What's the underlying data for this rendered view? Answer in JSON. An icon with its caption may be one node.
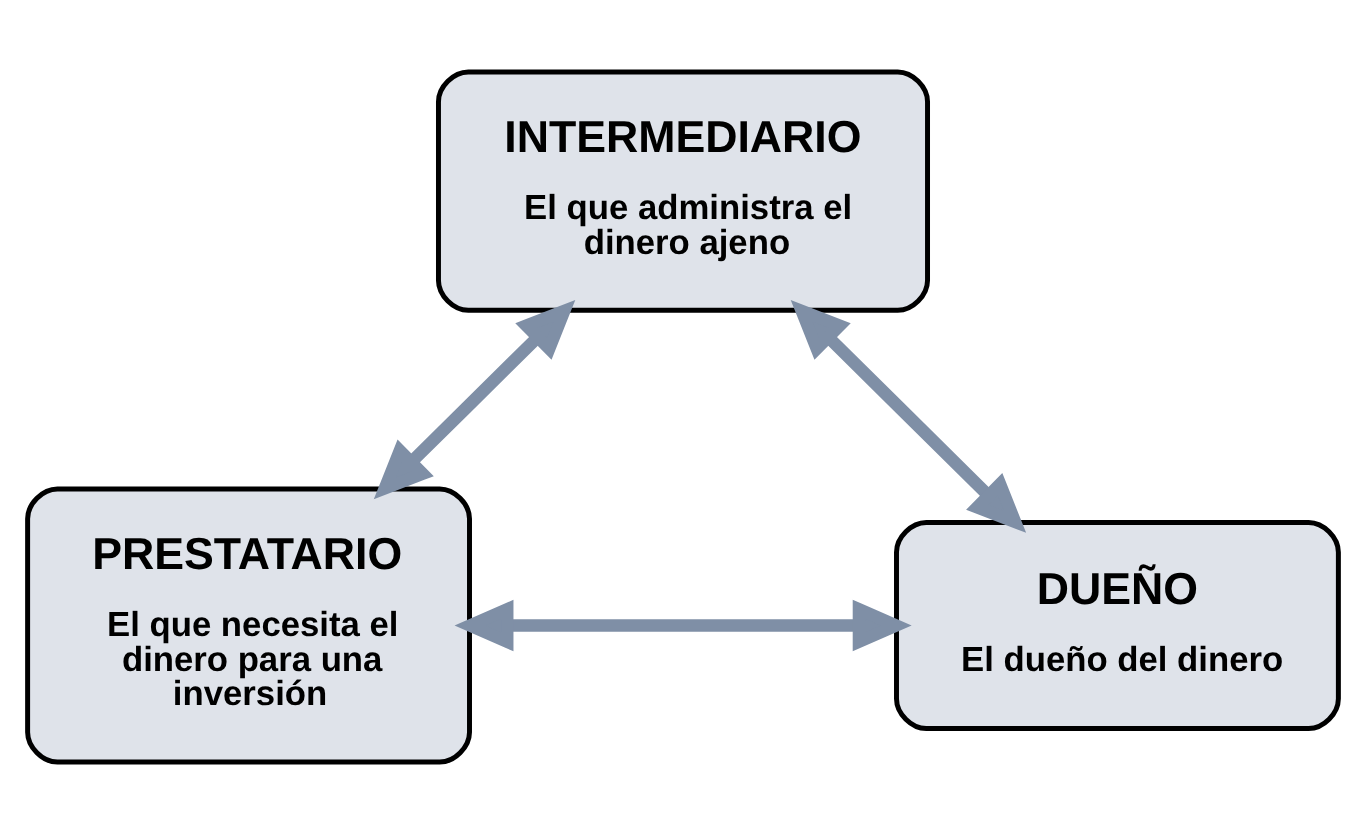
{
  "diagram": {
    "nodes": [
      {
        "text": [
          "INTERMEDIARIO",
          "El que administra el dinero ajeno"
        ]
      },
      {
        "text": [
          "PRESTATARIO",
          "El que necesita el dinero para una inversión"
        ]
      },
      {
        "text": [
          "DUEÑO",
          "El dueño del dinero"
        ]
      }
    ],
    "edges": [
      {
        "from": 0,
        "to": 1,
        "arrow": "both"
      },
      {
        "from": 0,
        "to": 2,
        "arrow": "both"
      },
      {
        "from": 1,
        "to": 2,
        "arrow": "both"
      }
    ]
  }
}
